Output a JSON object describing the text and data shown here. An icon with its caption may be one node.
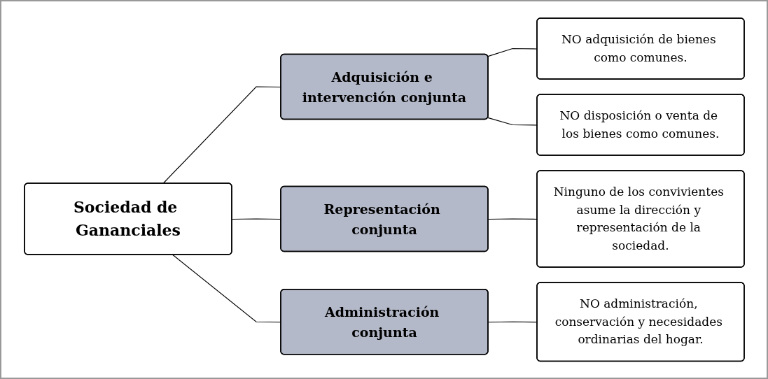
{
  "diagram": {
    "nodes": [
      {
        "text": [
          "Sociedad de Gananciales"
        ]
      },
      {
        "text": [
          "Adquisición e intervención conjunta"
        ]
      },
      {
        "text": [
          "Representación conjunta"
        ]
      },
      {
        "text": [
          "Administración conjunta"
        ]
      },
      {
        "text": [
          "NO adquisición de bienes como comunes."
        ]
      },
      {
        "text": [
          "NO disposición o venta de los bienes como comunes."
        ]
      },
      {
        "text": [
          "Ninguno de los convivientes asume la dirección y representación de la sociedad."
        ]
      },
      {
        "text": [
          "NO administración, conservación y necesidades ordinarias del hogar."
        ]
      }
    ],
    "edges": [
      {
        "from": 0,
        "to": 1,
        "arrow": "none"
      },
      {
        "from": 0,
        "to": 2,
        "arrow": "none"
      },
      {
        "from": 0,
        "to": 3,
        "arrow": "none"
      },
      {
        "from": 1,
        "to": 4,
        "arrow": "none"
      },
      {
        "from": 1,
        "to": 5,
        "arrow": "none"
      },
      {
        "from": 2,
        "to": 6,
        "arrow": "none"
      },
      {
        "from": 3,
        "to": 7,
        "arrow": "none"
      }
    ]
  }
}
